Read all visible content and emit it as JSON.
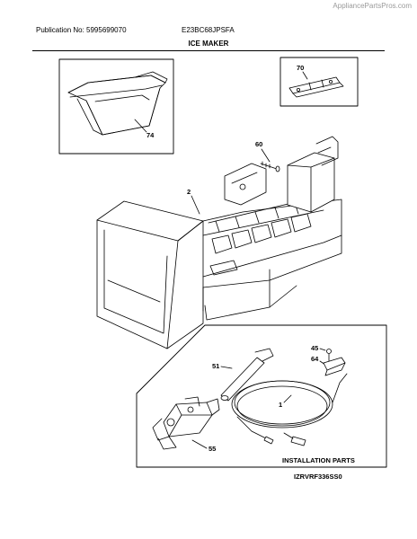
{
  "watermark": "AppliancePartsPros.com",
  "header": {
    "publication": "Publication No: 5995699070",
    "model": "E23BC68JPSFA",
    "title": "ICE MAKER"
  },
  "callouts": {
    "p74": "74",
    "p70": "70",
    "p60": "60",
    "p2": "2",
    "p45": "45",
    "p64": "64",
    "p51": "51",
    "p1": "1",
    "p55": "55"
  },
  "installation_label": "INSTALLATION PARTS",
  "diagram_code": "IZRVRF336SS0"
}
